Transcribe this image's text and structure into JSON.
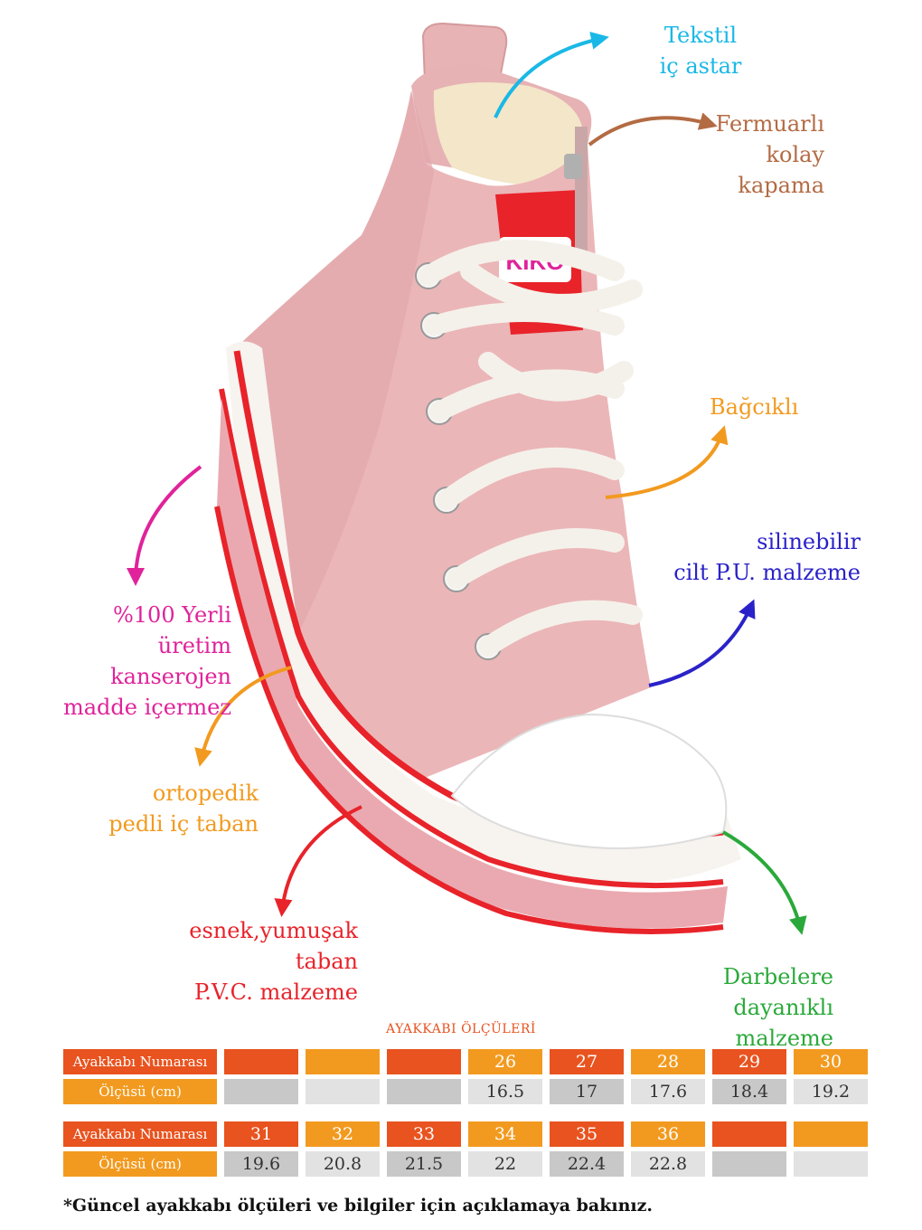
{
  "labels": {
    "tekstil": "Tekstil",
    "ic_astar": "iç astar",
    "fermuarli": "Fermuarlı",
    "kolay": "kolay",
    "kapama": "kapama",
    "bagcikli": "Bağcıklı",
    "silinebilir": "silinebilir",
    "cilt_pu": "cilt P.U. malzeme",
    "yerli": "%100 Yerli üretim",
    "kanserojen": "kanserojen",
    "madde": "madde içermez",
    "ortopedik": "ortopedik",
    "pedli": "pedli iç taban",
    "esnek": "esnek,yumuşak",
    "taban": "taban",
    "pvc": "P.V.C. malzeme",
    "darbelere": "Darbelere dayanıklı",
    "malzeme": "malzeme"
  },
  "brand": "KIKO",
  "colors": {
    "cyan": "#1ab8e6",
    "brown": "#b36b43",
    "orange": "#f29a1f",
    "blue": "#2a22c8",
    "magenta": "#e0239a",
    "red": "#e8232a",
    "green": "#2aa93a",
    "table_orange_dark": "#e8531f",
    "table_orange_light": "#f29a1f"
  },
  "size_table": {
    "title": "AYAKKABI ÖLÇÜLERİ",
    "row_label_size": "Ayakkabı Numarası",
    "row_label_cm": "Ölçüsü (cm)",
    "block1": {
      "sizes": [
        "",
        "",
        "",
        "26",
        "27",
        "28",
        "29",
        "30"
      ],
      "cm": [
        "",
        "",
        "",
        "16.5",
        "17",
        "17.6",
        "18.4",
        "19.2"
      ]
    },
    "block2": {
      "sizes": [
        "31",
        "32",
        "33",
        "34",
        "35",
        "36",
        "",
        ""
      ],
      "cm": [
        "19.6",
        "20.8",
        "21.5",
        "22",
        "22.4",
        "22.8",
        "",
        ""
      ]
    }
  },
  "footnote": "*Güncel ayakkabı ölçüleri ve bilgiler için açıklamaya bakınız."
}
